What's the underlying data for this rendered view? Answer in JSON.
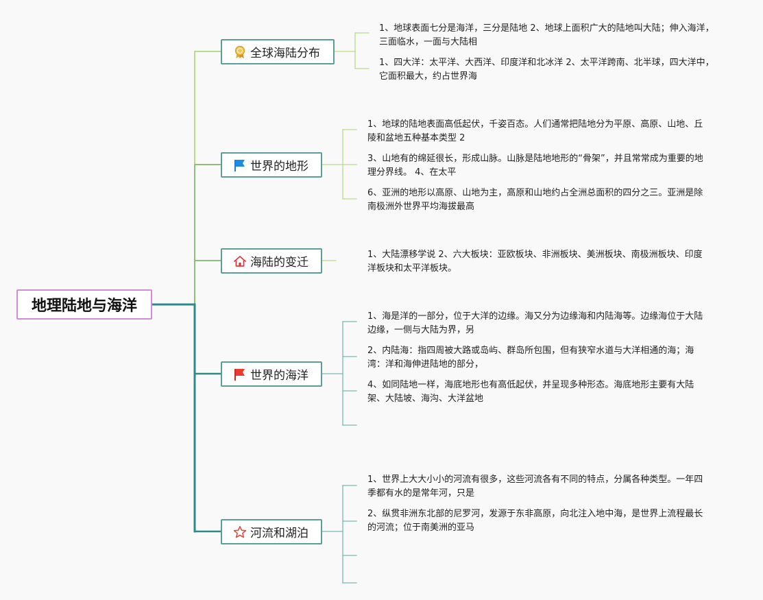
{
  "root": {
    "label": "地理陆地与海洋"
  },
  "branches": [
    {
      "label": "全球海陆分布",
      "icon": "award-ribbon-icon",
      "leaves": [
        "1、地球表面七分是海洋，三分是陆地 2、地球上面积广大的陆地叫大陆；伸入海洋，三面临水，一面与大陆相",
        "1、四大洋：太平洋、大西洋、印度洋和北冰洋 2、太平洋跨南、北半球，四大洋中，它面积最大，约占世界海"
      ]
    },
    {
      "label": "世界的地形",
      "icon": "blue-flag-icon",
      "leaves": [
        "1、地球的陆地表面高低起伏，千姿百态。人们通常把陆地分为平原、高原、山地、丘陵和盆地五种基本类型 2",
        "3、山地有的绵延很长，形成山脉。山脉是陆地地形的“骨架”，并且常常成为重要的地理分界线。 4、在太平",
        "6、亚洲的地形以高原、山地为主，高原和山地约占全洲总面积的四分之三。亚洲是除南极洲外世界平均海拔最高"
      ]
    },
    {
      "label": "海陆的变迁",
      "icon": "home-icon",
      "leaves": [
        "1、大陆漂移学说 2、六大板块：亚欧板块、非洲板块、美洲板块、南极洲板块、印度洋板块和太平洋板块。"
      ]
    },
    {
      "label": "世界的海洋",
      "icon": "red-flag-icon",
      "leaves": [
        "1、海是洋的一部分，位于大洋的边缘。海又分为边缘海和内陆海等。边缘海位于大陆边缘，一侧与大陆为界，另",
        "2、内陆海：指四周被大路或岛屿、群岛所包围，但有狭窄水道与大洋相通的海；海湾：洋和海伸进陆地的部分，",
        "4、如同陆地一样，海底地形也有高低起伏，并呈现多种形态。海底地形主要有大陆架、大陆坡、海沟、大洋盆地",
        ""
      ]
    },
    {
      "label": "河流和湖泊",
      "icon": "star-icon",
      "leaves": [
        "1、世界上大大小小的河流有很多，这些河流各有不同的特点，分属各种类型。一年四季都有水的是常年河，只是",
        "2、纵贯非洲东北部的尼罗河，发源于东非高原，向北注入地中海，是世界上流程最长的河流；位于南美洲的亚马",
        "",
        ""
      ]
    }
  ],
  "colors": {
    "root_border": "#d58ad8",
    "branch_border": "#5a9e95",
    "wire_light": "#b9db8c",
    "wire_mid": "#8ec07a",
    "wire_dark": "#2e8a86"
  }
}
